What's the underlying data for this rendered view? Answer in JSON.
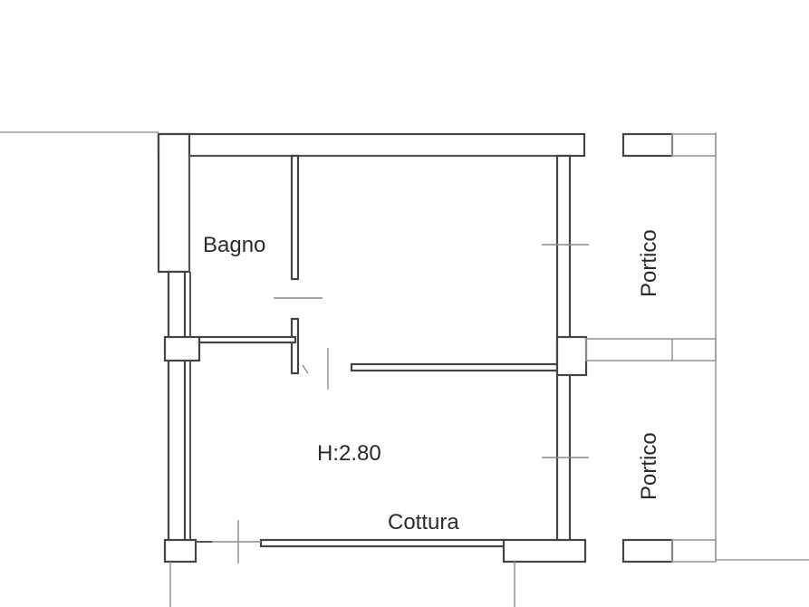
{
  "plan": {
    "rooms": {
      "bathroom": "Bagno",
      "porch_top": "Portico",
      "porch_bottom": "Portico",
      "kitchen": "Cottura"
    },
    "height_label": "H:2.80"
  }
}
